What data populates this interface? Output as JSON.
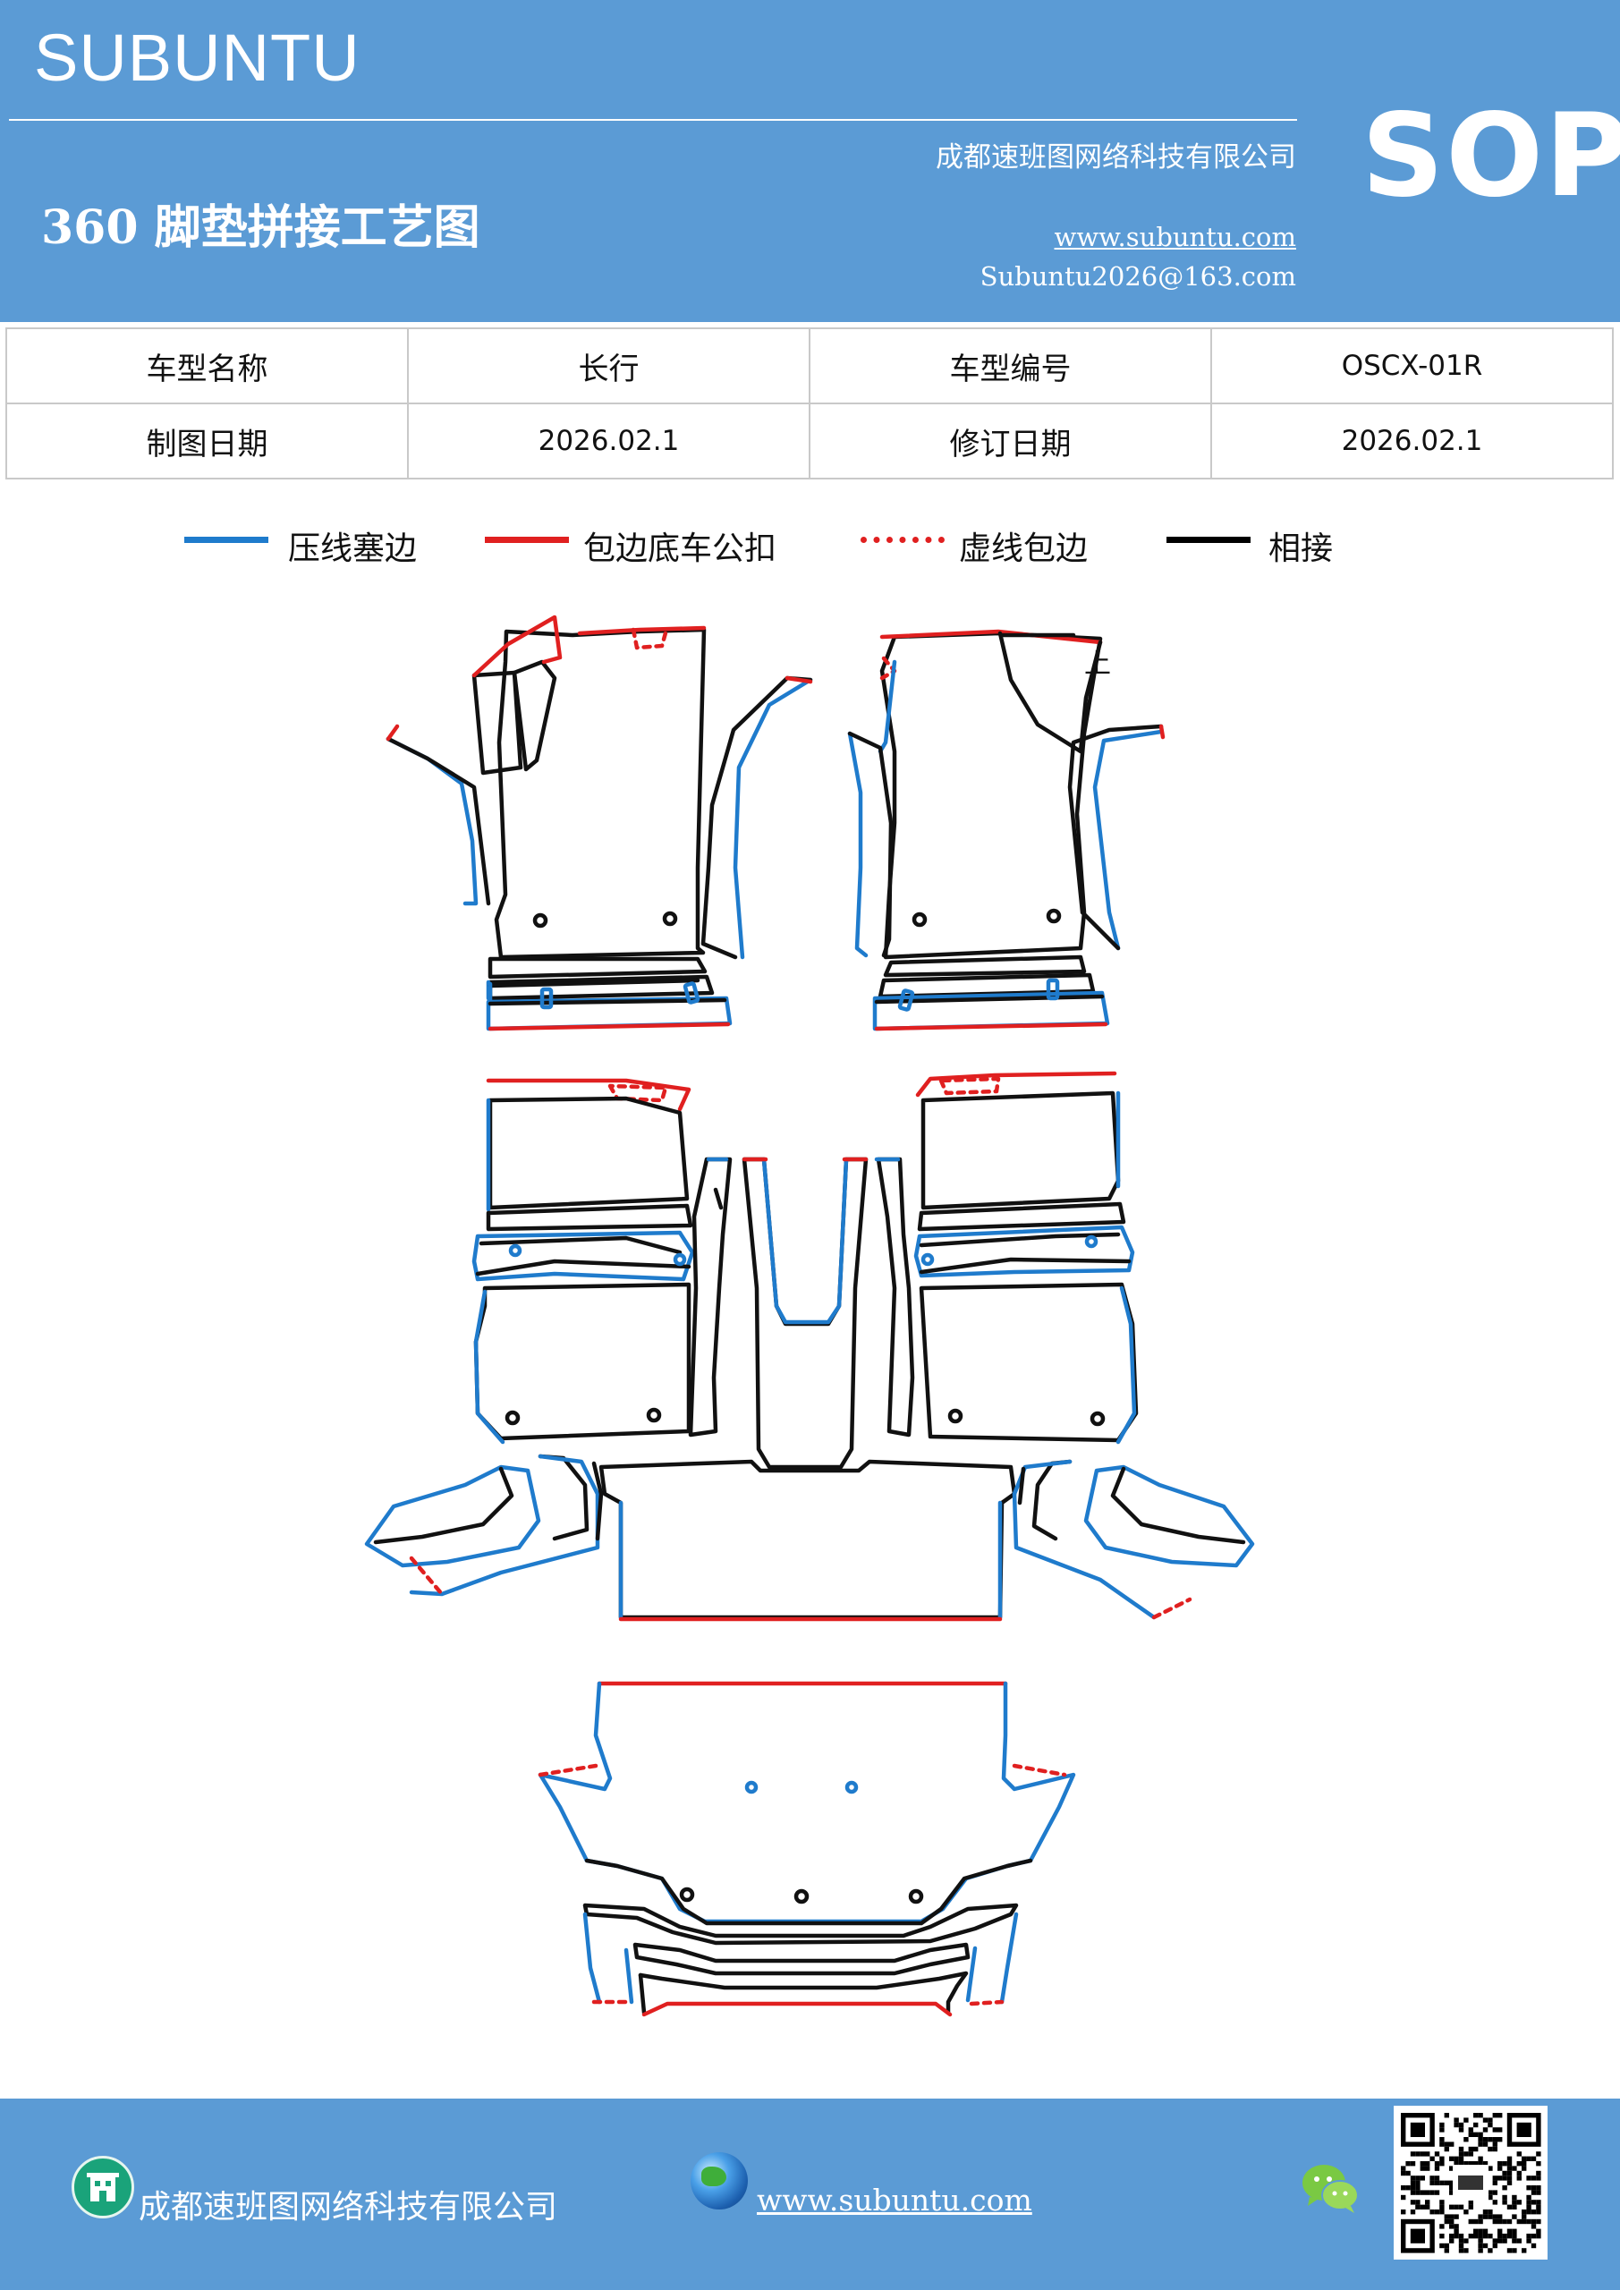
{
  "header": {
    "brand": "SUBUNTU",
    "company": "成都速班图网络科技有限公司",
    "title": "360 脚垫拼接工艺图",
    "website": "www.subuntu.com",
    "email": "Subuntu2026@163.com",
    "badge": "SOP"
  },
  "info_table": {
    "rows": [
      [
        {
          "text": "车型名称",
          "kind": "lbl"
        },
        {
          "text": "长行",
          "kind": "lbl"
        },
        {
          "text": "车型编号",
          "kind": "lbl"
        },
        {
          "text": "OSCX-01R",
          "kind": "val"
        }
      ],
      [
        {
          "text": "制图日期",
          "kind": "lbl"
        },
        {
          "text": "2026.02.1",
          "kind": "val"
        },
        {
          "text": "修订日期",
          "kind": "lbl"
        },
        {
          "text": "2026.02.1",
          "kind": "val"
        }
      ]
    ]
  },
  "legend": {
    "items": [
      {
        "label": "压线塞边",
        "color": "#1f7bcc",
        "style": "solid"
      },
      {
        "label": "包边底车公扣",
        "color": "#e02020",
        "style": "solid"
      },
      {
        "label": "虚线包边",
        "color": "#e02020",
        "style": "dashed"
      },
      {
        "label": "相接",
        "color": "#000000",
        "style": "solid"
      }
    ]
  },
  "diagram": {
    "colors": {
      "press_line": "#1f7bcc",
      "edge_wrap": "#e02020",
      "join": "#111111"
    },
    "mark_label": "上"
  },
  "footer": {
    "company": "成都速班图网络科技有限公司",
    "website": "www.subuntu.com",
    "icons": [
      "building-icon",
      "globe-icon",
      "wechat-icon",
      "qr-code"
    ]
  }
}
